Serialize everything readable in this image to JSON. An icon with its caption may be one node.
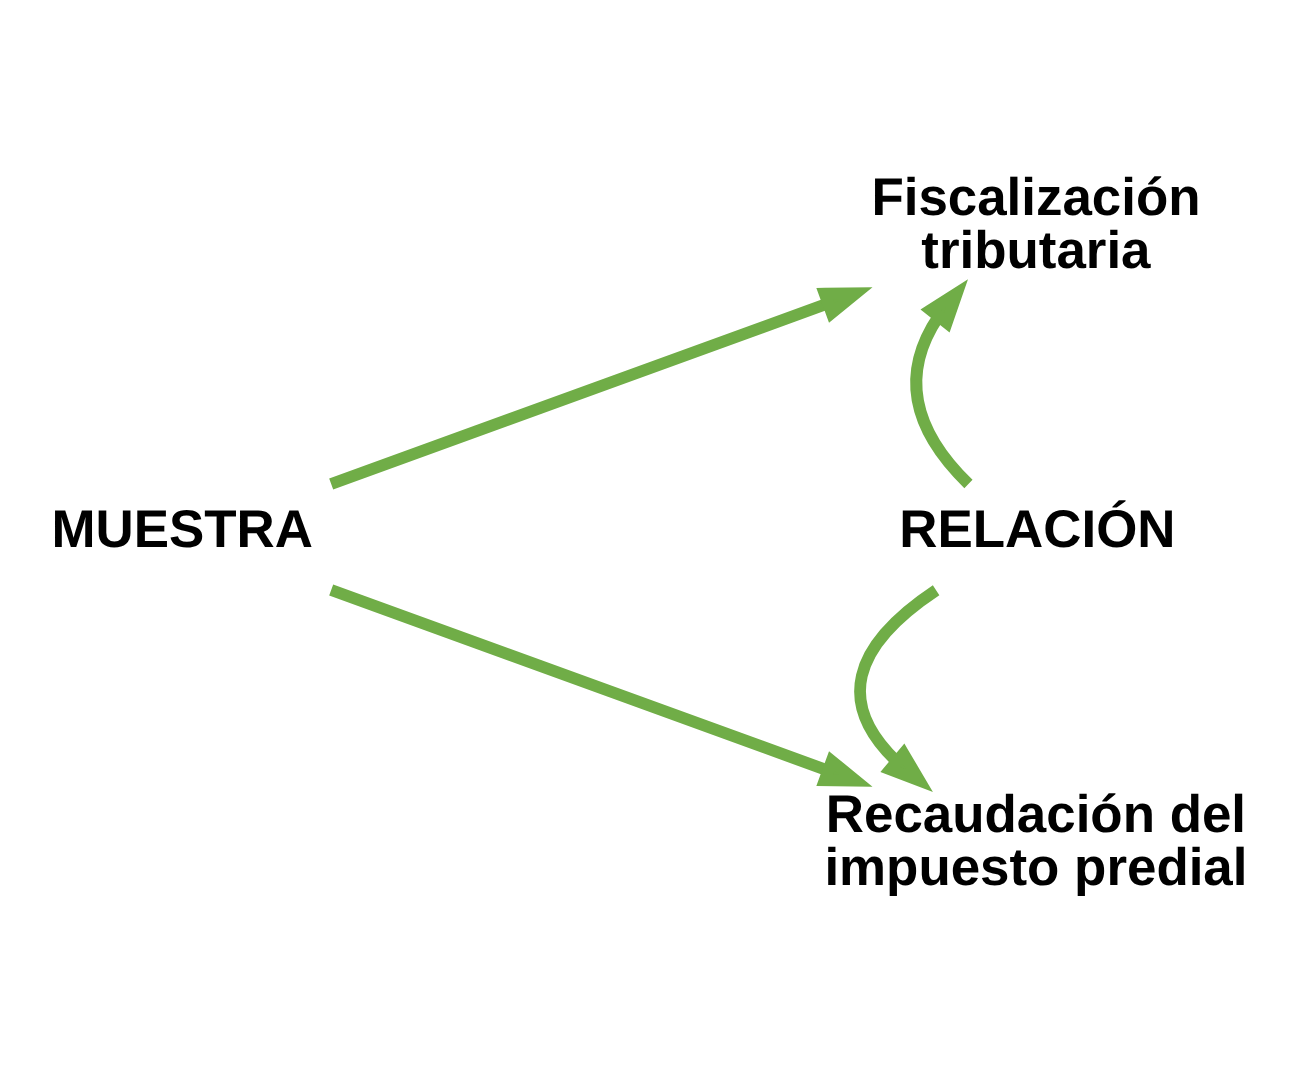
{
  "diagram": {
    "nodes": [
      {
        "text": [
          "MUESTRA"
        ]
      },
      {
        "text": [
          "Fiscalización tributaria"
        ]
      },
      {
        "text": [
          "RELACIÓN"
        ]
      },
      {
        "text": [
          "Recaudación del impuesto predial"
        ]
      }
    ],
    "edges": [
      {
        "from": 0,
        "to": 1,
        "arrow": "to"
      },
      {
        "from": 0,
        "to": 3,
        "arrow": "to"
      },
      {
        "from": 2,
        "to": 1,
        "arrow": "to"
      },
      {
        "from": 2,
        "to": 3,
        "arrow": "to"
      }
    ]
  }
}
